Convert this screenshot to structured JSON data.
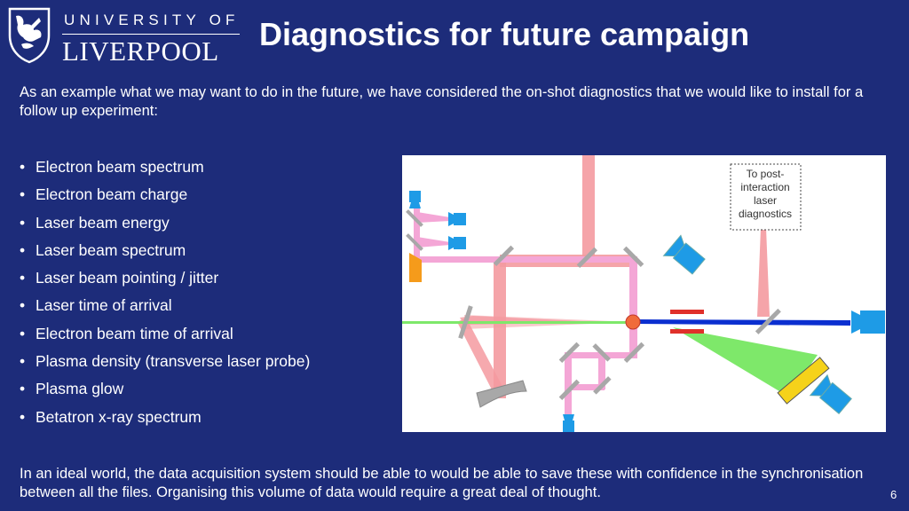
{
  "logo": {
    "line1": "UNIVERSITY OF",
    "line2": "LIVERPOOL"
  },
  "title": "Diagnostics for future campaign",
  "intro": "As an example what we may want to do in the future, we have considered the on-shot diagnostics that we would like to install for a follow up experiment:",
  "bullets": [
    "Electron beam spectrum",
    "Electron beam charge",
    "Laser beam energy",
    "Laser beam spectrum",
    "Laser beam pointing / jitter",
    "Laser time of arrival",
    "Electron beam time of arrival",
    "Plasma density (transverse laser probe)",
    "Plasma glow",
    "Betatron x-ray spectrum"
  ],
  "bullet_symbol": "•",
  "diagram": {
    "label_line1": "To post-",
    "label_line2": "interaction",
    "label_line3": "laser",
    "label_line4": "diagnostics"
  },
  "footer": "In an ideal world, the data acquisition system should be able to would be able to save these with confidence in the synchronisation between all the files. Organising this volume of data would require a great deal of thought.",
  "page_number": "6",
  "colors": {
    "background": "#1d2c7a",
    "laser_red": "#f49aa0",
    "probe_pink": "#f4a6d6",
    "camera_blue": "#1e9be6",
    "electron_blue": "#0b2fd0",
    "xray_green": "#7ee86a",
    "mirror_grey": "#a8a8a8"
  }
}
